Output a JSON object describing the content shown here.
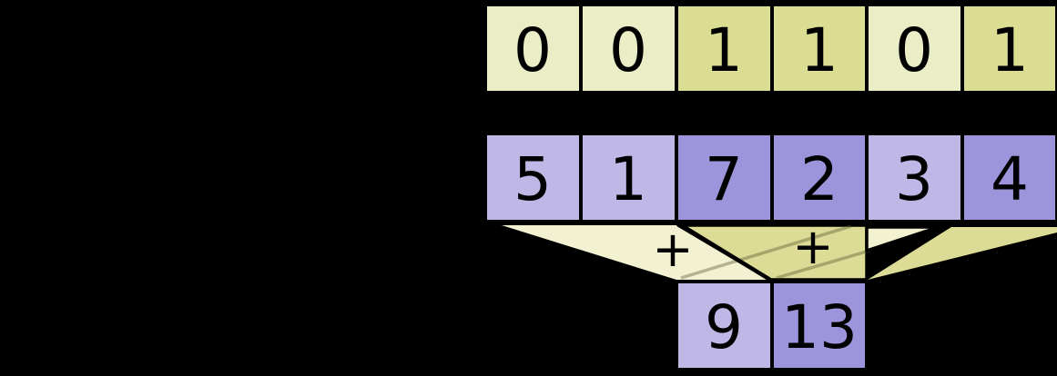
{
  "diagram": {
    "kind": "masked-sum-funnel-diagram",
    "background": "#000000",
    "mask_row": {
      "cells": [
        {
          "value": "0",
          "fill": "#EAEDC6"
        },
        {
          "value": "0",
          "fill": "#EAEDC6"
        },
        {
          "value": "1",
          "fill": "#DADD92"
        },
        {
          "value": "1",
          "fill": "#DADD92"
        },
        {
          "value": "0",
          "fill": "#EAEDC6"
        },
        {
          "value": "1",
          "fill": "#DADD92"
        }
      ]
    },
    "value_row": {
      "cells": [
        {
          "value": "5",
          "fill": "#BFB8E6"
        },
        {
          "value": "1",
          "fill": "#BFB8E6"
        },
        {
          "value": "7",
          "fill": "#9C95DC"
        },
        {
          "value": "2",
          "fill": "#9C95DC"
        },
        {
          "value": "3",
          "fill": "#BFB8E6"
        },
        {
          "value": "4",
          "fill": "#9C95DC"
        }
      ]
    },
    "result_row": {
      "cells": [
        {
          "value": "9",
          "fill": "#BFB8E6"
        },
        {
          "value": "13",
          "fill": "#9C95DC"
        }
      ]
    },
    "operators": {
      "left": {
        "symbol": "+"
      },
      "right": {
        "symbol": "+"
      }
    },
    "funnel": {
      "light_fill": "#F2F2D3",
      "dark_fill": "#DCDC96",
      "edge_band_color": "rgba(85,85,45,0.40)",
      "outline_color": "#000000"
    },
    "cell_border_color": "#000000"
  }
}
